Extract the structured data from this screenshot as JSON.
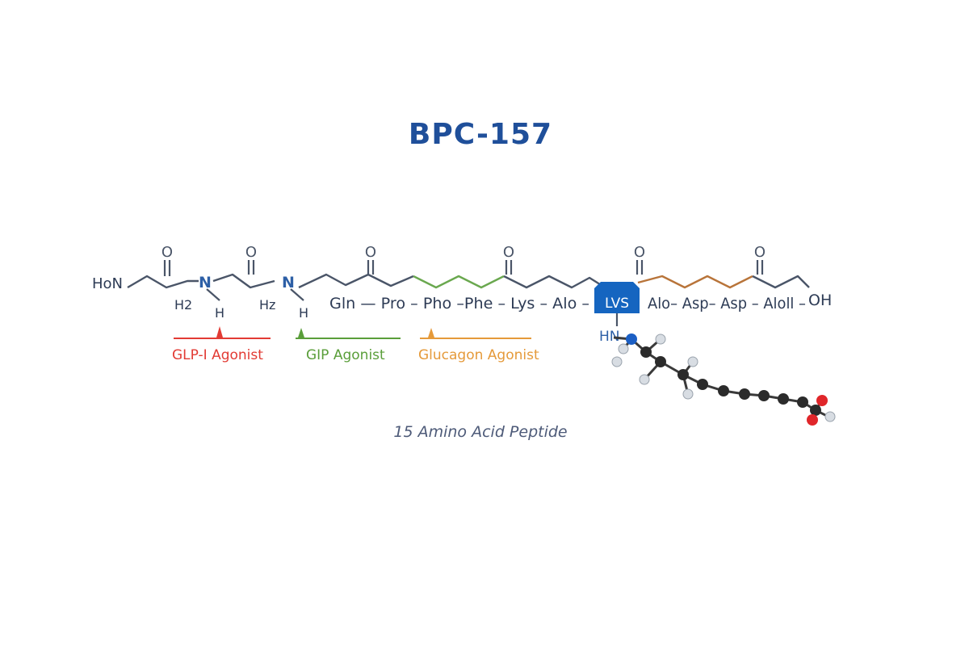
{
  "title": "BPC-157",
  "caption": "15 Amino Acid Peptide",
  "chain": {
    "n_terminus": "HoN",
    "n1": "N",
    "n2": "N",
    "h_sub1": "H2",
    "h_sub2": "Hz",
    "h1": "H",
    "h2": "H",
    "oxygen": "O",
    "sequence_left": "Gln — Pro – Pho –Phe – Lys – Alo –",
    "highlight": "LVS",
    "sequence_right": "Alo– Asp– Asp – Aloll –",
    "c_terminus": "OH",
    "side_chain_amine": "HN"
  },
  "labels": [
    {
      "text": "GLP-I Agonist",
      "color": "#e23b34"
    },
    {
      "text": "GIP Agonist",
      "color": "#5a9e3a"
    },
    {
      "text": "Glucagon Agonist",
      "color": "#e59a3a"
    }
  ],
  "colors": {
    "title": "#1f4f9a",
    "backbone": "#4a5568",
    "nitrogen": "#2d5fa6",
    "highlight_bg": "#1565c0",
    "green_segment": "#6aa84f",
    "brown_segment": "#b8743a",
    "atom_carbon": "#2b2b2b",
    "atom_hydrogen": "#d8dde3",
    "atom_oxygen": "#e0262a",
    "atom_nitrogen": "#1b5fc4"
  }
}
